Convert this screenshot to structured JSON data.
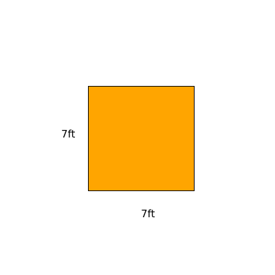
{
  "diagram": {
    "shape": "square",
    "fill_color": "#FFA500",
    "stroke_color": "#000000",
    "side_label_left": "7ft",
    "side_label_bottom": "7ft"
  }
}
